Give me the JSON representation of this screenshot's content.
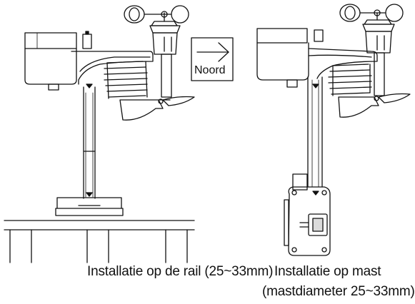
{
  "north_label": "Noord",
  "left_caption": "Installatie op de rail (25~33mm)",
  "right_caption_line1": "Installatie op mast",
  "right_caption_line2": "(mastdiameter 25~33mm)"
}
